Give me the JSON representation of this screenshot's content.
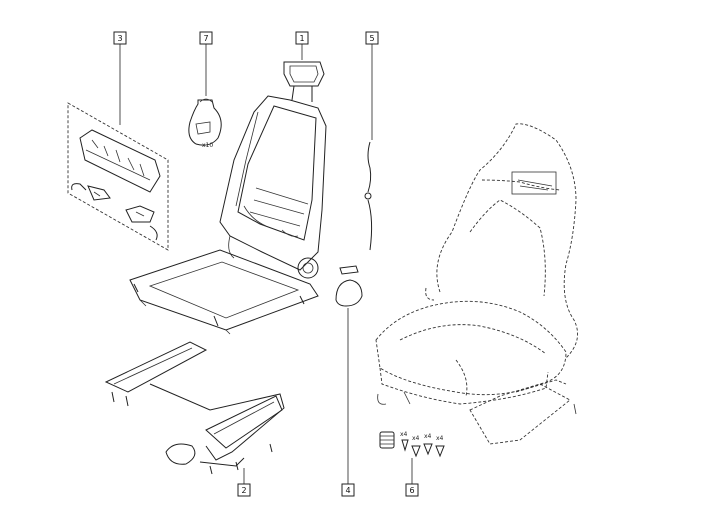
{
  "callouts": {
    "c1": "1",
    "c2": "2",
    "c3": "3",
    "c4": "4",
    "c5": "5",
    "c6": "6",
    "c7": "7"
  },
  "annotations": {
    "bag_qty": "x10",
    "fastener_qty_a": "x4",
    "fastener_qty_b": "x4",
    "fastener_qty_c": "x4",
    "fastener_qty_d": "x4"
  },
  "colors": {
    "line": "#222222",
    "background": "#ffffff"
  }
}
